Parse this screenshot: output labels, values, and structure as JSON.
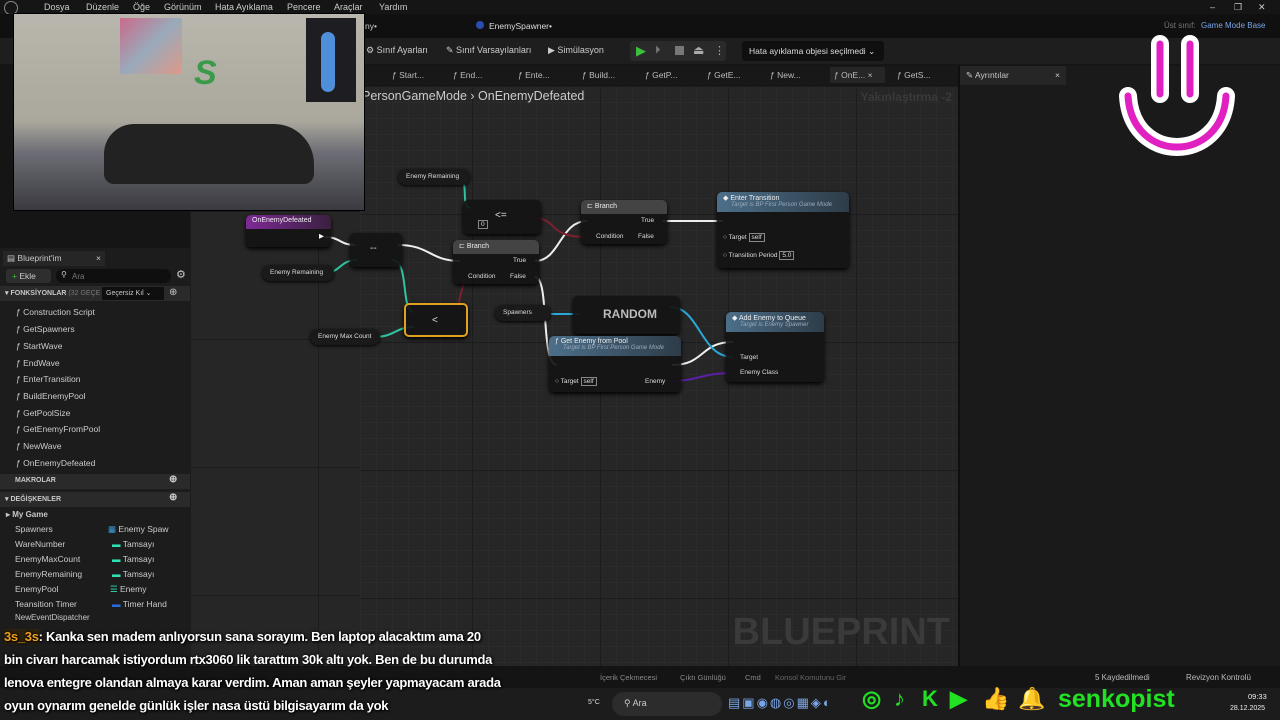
{
  "menu": [
    "Dosya",
    "Düzenle",
    "Öğe",
    "Görünüm",
    "Hata Ayıklama",
    "Pencere",
    "Araçlar",
    "Yardım"
  ],
  "window_tab": "EnemySpawner•",
  "partial_tab": "ny•",
  "parent_class_label": "Üst sınıf:",
  "parent_class": "Game Mode Base",
  "toolbar": {
    "class_settings": "Sınıf Ayarları",
    "class_defaults": "Sınıf Varsayılanları",
    "simulation": "Simülasyon",
    "debug_object": "Hata ayıklama objesi seçilmedi"
  },
  "function_tabs": [
    "Start...",
    "End...",
    "Ente...",
    "Build...",
    "GetP...",
    "GetE...",
    "New...",
    "OnE...",
    "GetS..."
  ],
  "details_tab": "Ayrıntılar",
  "breadcrumb": {
    "parent": "PersonGameMode",
    "current": "OnEnemyDefeated"
  },
  "zoom": "Yakınlaştırma -2",
  "watermark": "BLUEPRINT",
  "nodes": {
    "event": "OnEnemyDefeated",
    "decrement": "--",
    "enemy_remaining": "Enemy Remaining",
    "enemy_max_count": "Enemy Max Count",
    "less": "<",
    "lte": "<=",
    "lte_value": "0",
    "branch": "Branch",
    "true": "True",
    "false": "False",
    "condition": "Condition",
    "enter_transition": "Enter Transition",
    "target_bp": "Target is BP First Person Game Mode",
    "target": "Target",
    "self": "self",
    "transition_period": "Transition Period",
    "transition_value": "5.0",
    "spawners": "Spawners",
    "random": "RANDOM",
    "get_enemy": "Get Enemy from Pool",
    "enemy": "Enemy",
    "add_enemy": "Add Enemy to Queue",
    "target_spawner": "Target is Enemy Spawner",
    "enemy_class": "Enemy Class"
  },
  "left_panel": {
    "tab": "Blueprint'im",
    "add": "Ekle",
    "search_placeholder": "Ara",
    "functions_header": "FONKSİYONLAR",
    "functions_count": "(32 GEÇE",
    "override": "Geçersiz Kıl",
    "functions": [
      "Construction Script",
      "GetSpawners",
      "StartWave",
      "EndWave",
      "EnterTransition",
      "BuildEnemyPool",
      "GetPoolSize",
      "GetEnemyFromPool",
      "NewWave",
      "OnEnemyDefeated"
    ],
    "macros": "MAKROLAR",
    "variables": "DEĞİŞKENLER",
    "category": "My Game",
    "vars": [
      {
        "name": "Spawners",
        "type": "Enemy Spaw"
      },
      {
        "name": "WareNumber",
        "type": "Tamsayı"
      },
      {
        "name": "EnemyMaxCount",
        "type": "Tamsayı"
      },
      {
        "name": "EnemyRemaining",
        "type": "Tamsayı"
      },
      {
        "name": "EnemyPool",
        "type": "Enemy"
      },
      {
        "name": "Teansition Timer",
        "type": "Timer Hand"
      }
    ],
    "dispatcher": "NewEventDispatcher"
  },
  "status": {
    "content_drawer": "İçerik Çekmecesi",
    "output_log": "Çıktı Günlüğü",
    "cmd": "Cmd",
    "console": "Konsol Komutunu Gir",
    "unsaved": "5 Kaydedilmedi",
    "revision": "Revizyon Kontrolü"
  },
  "chat": {
    "user": "3s_3s",
    "lines": [
      ": Kanka sen madem anlıyorsun sana sorayım. Ben laptop alacaktım ama 20",
      "bin civarı harcamak istiyordum rtx3060 lik tarattım 30k altı yok. Ben de bu durumda",
      "lenova entegre olandan almaya karar verdim. Aman aman şeyler yapmayacam arada",
      "oyun oynarım genelde günlük işler nasa üstü bilgisayarım da yok"
    ]
  },
  "taskbar": {
    "weather": "5°C",
    "search": "Ara",
    "time": "09:33",
    "date": "28.12.2025"
  },
  "social": {
    "handle": "senkopist"
  }
}
